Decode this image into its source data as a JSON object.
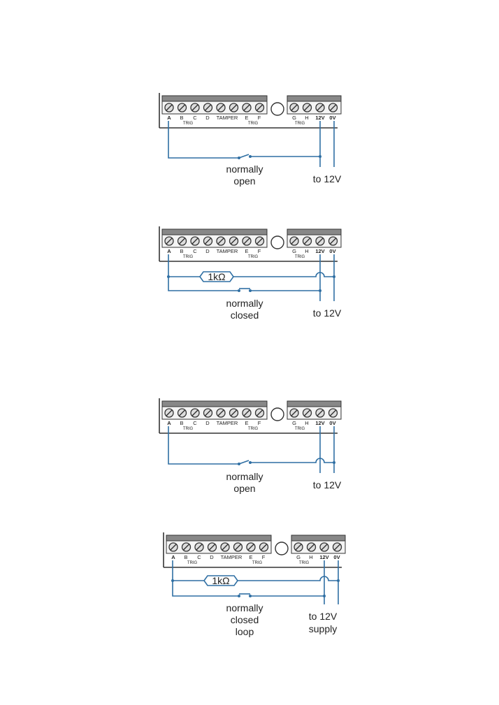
{
  "colors": {
    "wire": "#2f6fa3",
    "strip": "#888888",
    "screw": "#dddddd",
    "outline": "#333333",
    "text": "#222222"
  },
  "terminals": {
    "left": [
      "A",
      "B",
      "C",
      "D",
      "TAMPER",
      "E",
      "F"
    ],
    "trig": "TRIG",
    "right": [
      "G",
      "H",
      "12V",
      "0V"
    ]
  },
  "diagrams": [
    {
      "id": "d1",
      "resistor": "",
      "switch_label": [
        "normally",
        "open"
      ],
      "supply_label": [
        "to 12V"
      ]
    },
    {
      "id": "d2",
      "resistor": "1kΩ",
      "switch_label": [
        "normally",
        "closed"
      ],
      "supply_label": [
        "to 12V"
      ]
    },
    {
      "id": "d3",
      "resistor": "",
      "switch_label": [
        "normally",
        "open"
      ],
      "supply_label": [
        "to 12V"
      ]
    },
    {
      "id": "d4",
      "resistor": "1kΩ",
      "switch_label": [
        "normally",
        "closed",
        "loop"
      ],
      "supply_label": [
        "to 12V",
        "supply"
      ]
    }
  ]
}
